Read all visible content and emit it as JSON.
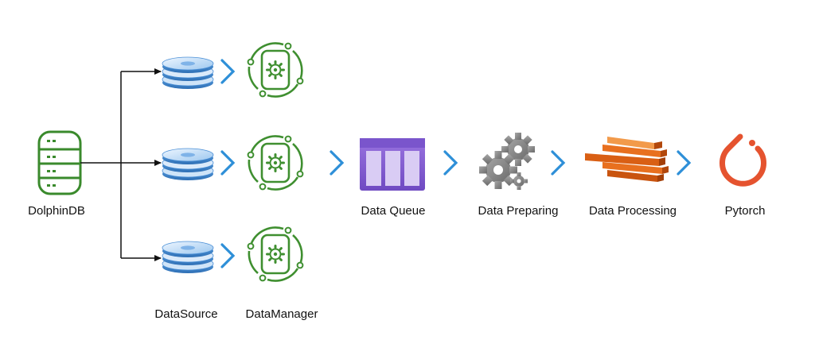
{
  "diagram": {
    "labels": {
      "dolphindb": "DolphinDB",
      "datasource": "DataSource",
      "datamanager": "DataManager",
      "data_queue": "Data Queue",
      "data_preparing": "Data Preparing",
      "data_processing": "Data Processing",
      "pytorch": "Pytorch"
    },
    "colors": {
      "database_green": "#3a8a2c",
      "manager_green": "#3f8f30",
      "chevron_blue": "#2e8fd8",
      "queue_purple": "#8a63d2",
      "gear_gray": "#7f7f7f",
      "processing_orange": "#e8701f",
      "pytorch_red": "#e5532f",
      "disk_blue": "#4a8fd6",
      "connector_black": "#111111"
    },
    "icons": {
      "dolphindb": "database-icon",
      "datasource": "disk-stack-icon",
      "datamanager": "gear-chip-icon",
      "data_queue": "queue-icon",
      "data_preparing": "gears-icon",
      "data_processing": "layered-blocks-icon",
      "pytorch": "pytorch-icon",
      "flow": "chevron-right-icon"
    }
  }
}
